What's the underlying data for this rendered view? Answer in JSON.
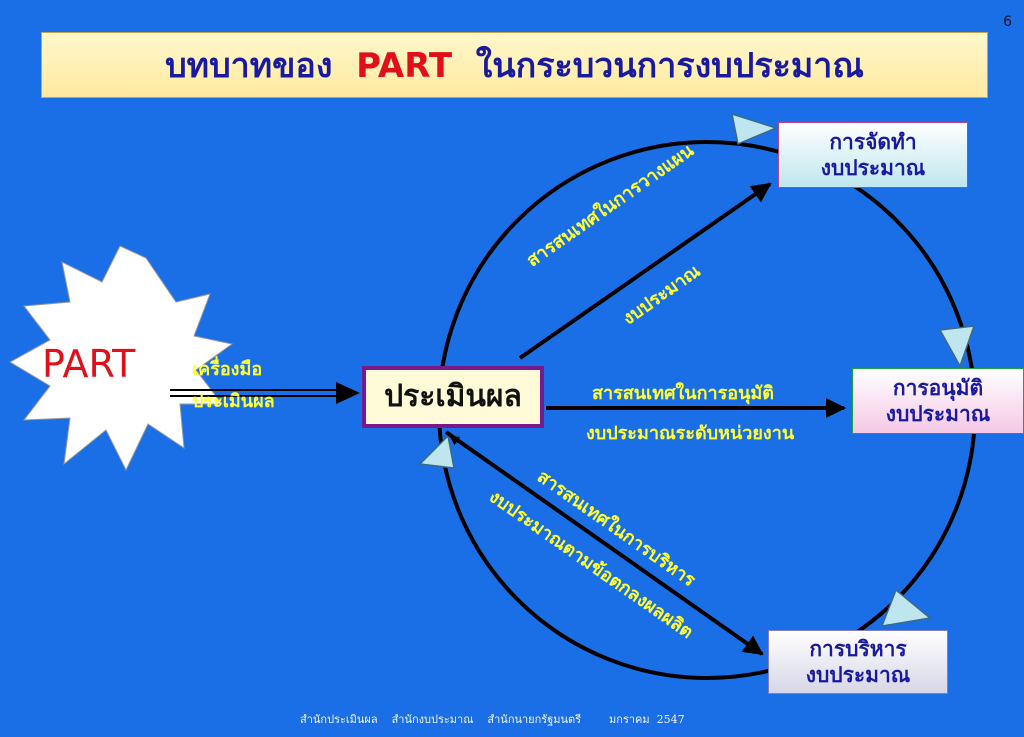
{
  "page_number": "6",
  "title": {
    "pre": "บทบาทของ",
    "highlight": "PART",
    "post": "ในกระบวนการงบประมาณ"
  },
  "part_burst": {
    "label": "PART"
  },
  "tool_label": {
    "line1": "เครื่องมือ",
    "line2": "ประเมินผล"
  },
  "center_node": {
    "label": "ประเมินผล"
  },
  "nodes": {
    "prepare": {
      "line1": "การจัดทำ",
      "line2": "งบประมาณ"
    },
    "approve": {
      "line1": "การอนุมัติ",
      "line2": "งบประมาณ"
    },
    "manage": {
      "line1": "การบริหาร",
      "line2": "งบประมาณ"
    }
  },
  "arrow_labels": {
    "to_prepare": {
      "line1": "สารสนเทศในการวางแผน",
      "line2": "งบประมาณ"
    },
    "to_approve": {
      "line1": "สารสนเทศในการอนุมัติ",
      "line2": "งบประมาณระดับหน่วยงาน"
    },
    "from_manage": {
      "line1": "สารสนเทศในการบริหาร",
      "line2": "งบประมาณตามข้อตกลงผลผลิต"
    }
  },
  "footer": "สำนักประเมินผล    สำนักงบประมาณ    สำนักนายกรัฐมนตรี        มกราคม  2547",
  "colors": {
    "background": "#1a6fe6",
    "title_text": "#1a1aa0",
    "title_highlight": "#e0101a",
    "arrow_label": "#ffff33",
    "circle_arrowhead": "#bfe6ee"
  }
}
